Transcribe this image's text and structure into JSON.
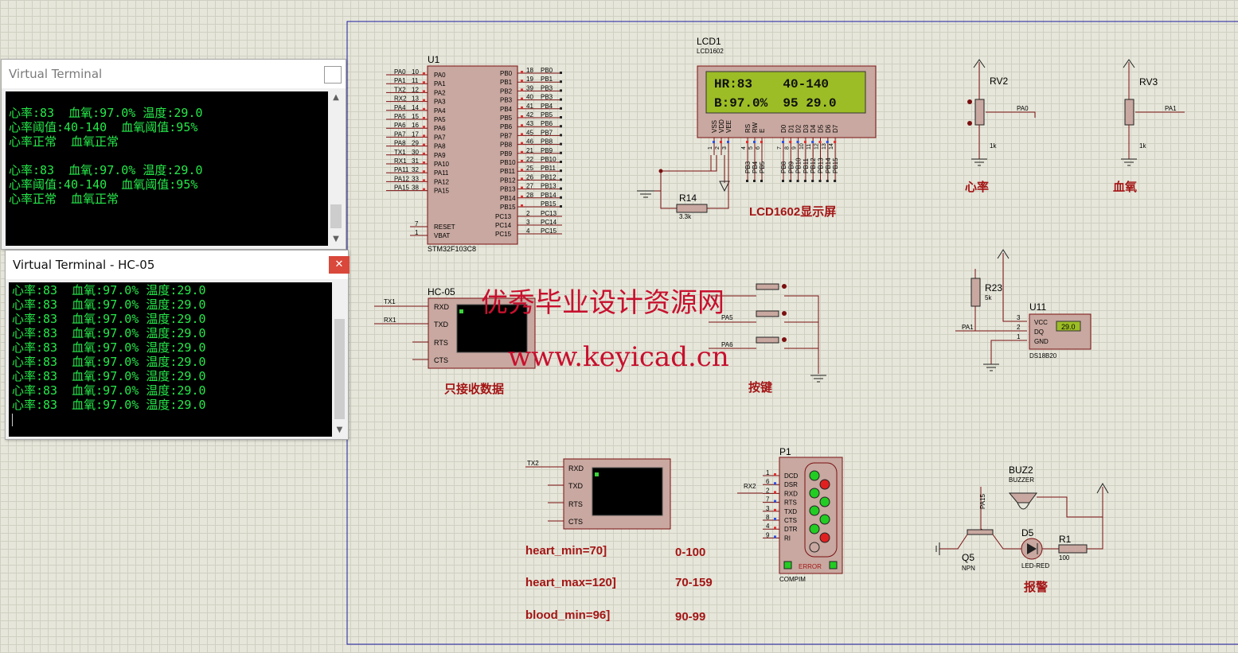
{
  "terminal1": {
    "title": "Virtual Terminal",
    "lines": [
      "心率:83  血氧:97.0% 温度:29.0",
      "心率阈值:40-140  血氧阈值:95%",
      "心率正常  血氧正常",
      "",
      "心率:83  血氧:97.0% 温度:29.0",
      "心率阈值:40-140  血氧阈值:95%",
      "心率正常  血氧正常"
    ]
  },
  "terminal2": {
    "title": "Virtual Terminal - HC-05",
    "close_icon": "close-icon",
    "lines": [
      "心率:83  血氧:97.0% 温度:29.0",
      "心率:83  血氧:97.0% 温度:29.0",
      "心率:83  血氧:97.0% 温度:29.0",
      "心率:83  血氧:97.0% 温度:29.0",
      "心率:83  血氧:97.0% 温度:29.0",
      "心率:83  血氧:97.0% 温度:29.0",
      "心率:83  血氧:97.0% 温度:29.0",
      "心率:83  血氧:97.0% 温度:29.0",
      "心率:83  血氧:97.0% 温度:29.0"
    ]
  },
  "mcu": {
    "ref": "U1",
    "part": "STM32F103C8",
    "left_pins": [
      {
        "net": "PA0",
        "num": "10",
        "name": "PA0"
      },
      {
        "net": "PA1",
        "num": "11",
        "name": "PA1"
      },
      {
        "net": "TX2",
        "num": "12",
        "name": "PA2"
      },
      {
        "net": "RX2",
        "num": "13",
        "name": "PA3"
      },
      {
        "net": "PA4",
        "num": "14",
        "name": "PA4"
      },
      {
        "net": "PA5",
        "num": "15",
        "name": "PA5"
      },
      {
        "net": "PA6",
        "num": "16",
        "name": "PA6"
      },
      {
        "net": "PA7",
        "num": "17",
        "name": "PA7"
      },
      {
        "net": "PA8",
        "num": "29",
        "name": "PA8"
      },
      {
        "net": "TX1",
        "num": "30",
        "name": "PA9"
      },
      {
        "net": "RX1",
        "num": "31",
        "name": "PA10"
      },
      {
        "net": "PA11",
        "num": "32",
        "name": "PA11"
      },
      {
        "net": "PA12",
        "num": "33",
        "name": "PA12"
      },
      {
        "net": "PA15",
        "num": "38",
        "name": "PA15"
      }
    ],
    "left_bottom": [
      {
        "num": "7",
        "name": "RESET"
      },
      {
        "num": "1",
        "name": "VBAT"
      }
    ],
    "right_pins": [
      {
        "net": "PB0",
        "num": "18",
        "name": "PB0"
      },
      {
        "net": "PB1",
        "num": "19",
        "name": "PB1"
      },
      {
        "net": "PB3",
        "num": "39",
        "name": "PB2"
      },
      {
        "net": "PB3",
        "num": "40",
        "name": "PB3"
      },
      {
        "net": "PB4",
        "num": "41",
        "name": "PB4"
      },
      {
        "net": "PB5",
        "num": "42",
        "name": "PB5"
      },
      {
        "net": "PB6",
        "num": "43",
        "name": "PB6"
      },
      {
        "net": "PB7",
        "num": "45",
        "name": "PB7"
      },
      {
        "net": "PB8",
        "num": "46",
        "name": "PB8"
      },
      {
        "net": "PB9",
        "num": "21",
        "name": "PB9"
      },
      {
        "net": "PB10",
        "num": "22",
        "name": "PB10"
      },
      {
        "net": "PB11",
        "num": "25",
        "name": "PB11"
      },
      {
        "net": "PB12",
        "num": "26",
        "name": "PB12"
      },
      {
        "net": "PB13",
        "num": "27",
        "name": "PB13"
      },
      {
        "net": "PB14",
        "num": "28",
        "name": "PB14"
      },
      {
        "net": "PB15",
        "num": "",
        "name": "PB15"
      }
    ],
    "right_bottom": [
      {
        "net": "PC13",
        "num": "2",
        "name": "PC13"
      },
      {
        "net": "PC14",
        "num": "3",
        "name": "PC14"
      },
      {
        "net": "PC15",
        "num": "4",
        "name": "PC15"
      }
    ]
  },
  "lcd": {
    "ref": "LCD1",
    "part": "LCD1602",
    "row1": "HR:83    40-140",
    "row2": "B:97.0%  95 29.0",
    "pins": [
      "VSS",
      "VDD",
      "VEE",
      "RS",
      "RW",
      "E",
      "D0",
      "D1",
      "D2",
      "D3",
      "D4",
      "D5",
      "D6",
      "D7"
    ],
    "pin_nums": [
      "1",
      "2",
      "3",
      "4",
      "5",
      "6",
      "7",
      "8",
      "9",
      "10",
      "11",
      "12",
      "13",
      "14"
    ],
    "nets": [
      "PB3",
      "PB4",
      "PB5",
      "PB8",
      "PB9",
      "PB10",
      "PB11",
      "PB12",
      "PB13",
      "PB14",
      "PB15"
    ],
    "caption": "LCD1602显示屏"
  },
  "r14": {
    "ref": "R14",
    "value": "3.3k"
  },
  "rv2": {
    "ref": "RV2",
    "value": "1k",
    "net": "PA0",
    "caption": "心率"
  },
  "rv3": {
    "ref": "RV3",
    "value": "1k",
    "net": "PA1",
    "caption": "血氧"
  },
  "hc05": {
    "ref": "HC-05",
    "pins": [
      "RXD",
      "TXD",
      "RTS",
      "CTS"
    ],
    "nets": [
      "TX1",
      "RX1"
    ],
    "caption": "只接收数据"
  },
  "buttons": {
    "nets": [
      "PA5",
      "PA6"
    ],
    "caption": "按键"
  },
  "ds18b20": {
    "ref": "U11",
    "part": "DS18B20",
    "r_ref": "R23",
    "r_value": "5k",
    "pins": [
      "VCC",
      "DQ",
      "GND"
    ],
    "pin_nums": [
      "3",
      "2",
      "1"
    ],
    "reading": "29.0",
    "net": "PA1"
  },
  "vterm3": {
    "pins": [
      "RXD",
      "TXD",
      "RTS",
      "CTS"
    ],
    "net": "TX2"
  },
  "compim": {
    "ref": "P1",
    "part": "COMPIM",
    "error_label": "ERROR",
    "net": "RX2",
    "pins": [
      "DCD",
      "DSR",
      "RXD",
      "RTS",
      "TXD",
      "CTS",
      "DTR",
      "RI"
    ],
    "pin_nums": [
      "1",
      "6",
      "2",
      "7",
      "3",
      "8",
      "4",
      "9"
    ]
  },
  "alarm": {
    "buzzer_ref": "BUZ2",
    "buzzer_part": "BUZZER",
    "led_ref": "D5",
    "led_part": "LED-RED",
    "r_ref": "R1",
    "r_value": "100",
    "q_ref": "Q5",
    "q_part": "NPN",
    "net": "PA15",
    "caption": "报警"
  },
  "notes": [
    {
      "text": "heart_min=70]",
      "range": "0-100"
    },
    {
      "text": "heart_max=120]",
      "range": "70-159"
    },
    {
      "text": "blood_min=96]",
      "range": "90-99"
    }
  ],
  "watermark": {
    "line1": "优秀毕业设计资源网",
    "line2": "www.keyicad.cn"
  },
  "colors": {
    "grid_bg": "#e6e6da",
    "wire": "#7a1010",
    "component_fill": "#c8a8a0",
    "label_red": "#a31515",
    "lcd_green": "#9cbd25",
    "terminal_text": "#25e84a",
    "sheet_border": "#1a1aa0"
  }
}
